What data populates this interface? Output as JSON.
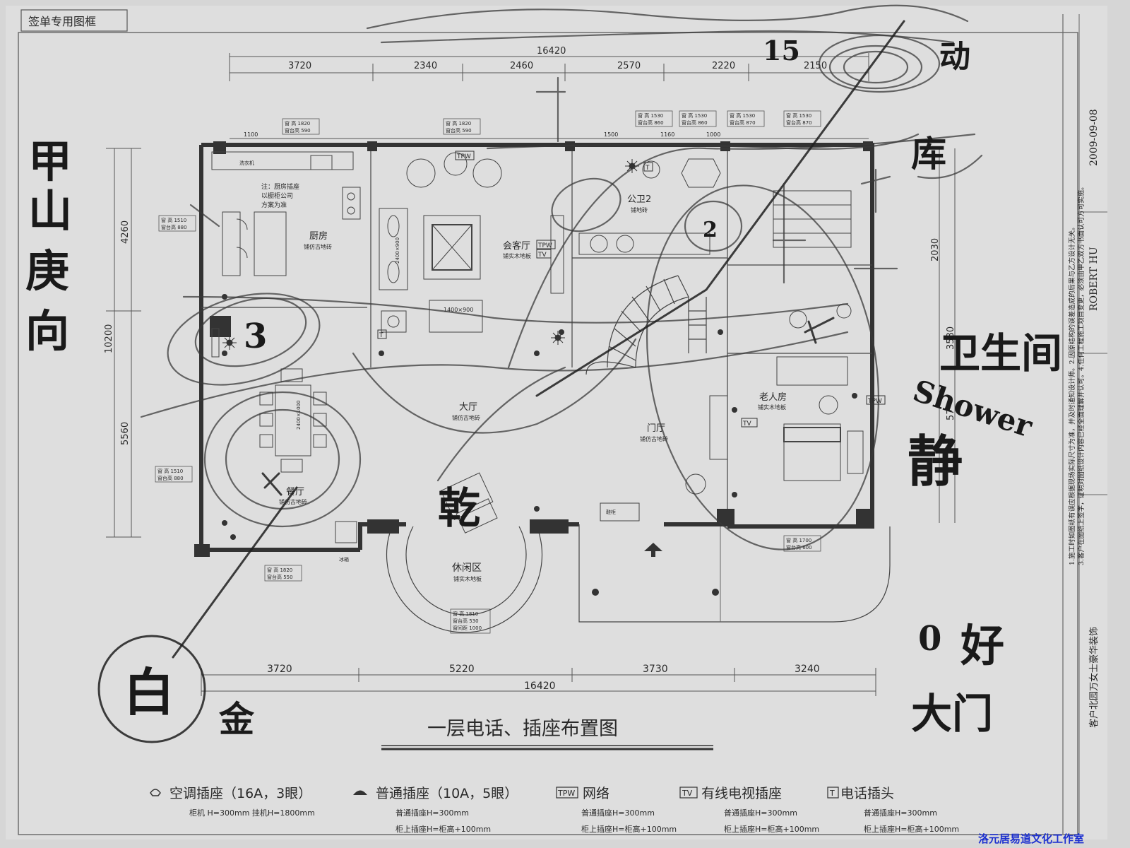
{
  "stamp_label": "签单专用图框",
  "dimensions": {
    "top_total": "16420",
    "top_segments": [
      "3720",
      "2340",
      "2460",
      "2570",
      "2220",
      "2150"
    ],
    "bottom_total": "16420",
    "bottom_segments": [
      "3720",
      "5220",
      "3730",
      "3240"
    ],
    "left_total": "10200",
    "left_segments": [
      "4260",
      "5560"
    ],
    "right_segments": [
      "2030",
      "3580",
      "57"
    ],
    "top_small": [
      "1100",
      "1500",
      "1160",
      "1000"
    ]
  },
  "windows": [
    {
      "a": "窗 高 1820",
      "b": "窗台高 590"
    },
    {
      "a": "窗 高 1820",
      "b": "窗台高 590"
    },
    {
      "a": "窗 高 1530",
      "b": "窗台高 860"
    },
    {
      "a": "窗 高 1530",
      "b": "窗台高 860"
    },
    {
      "a": "窗 高 1530",
      "b": "窗台高 870"
    },
    {
      "a": "窗 高 1530",
      "b": "窗台高 870"
    },
    {
      "a": "窗 高 1510",
      "b": "窗台高 880"
    },
    {
      "a": "窗 高 1510",
      "b": "窗台高 880"
    },
    {
      "a": "窗 高 1820",
      "b": "窗台高 550"
    },
    {
      "a": "窗 高 1700",
      "b": "窗台高 600"
    }
  ],
  "window_bay": {
    "a": "窗 高 1810",
    "b": "窗台高 530",
    "c": "窗间距 1000"
  },
  "rooms": {
    "kitchen": {
      "name": "厨房",
      "floor": "铺仿古地砖"
    },
    "kitchen_note": [
      "注：厨房插座",
      "以橱柜公司",
      "方案为准"
    ],
    "meeting": {
      "name": "会客厅",
      "floor": "铺实木地板"
    },
    "bath2": {
      "name": "公卫2",
      "floor": "铺地砖"
    },
    "hall": {
      "name": "大厅",
      "floor": "铺仿古地砖"
    },
    "foyer": {
      "name": "门厅",
      "floor": "铺仿古地砖"
    },
    "elder": {
      "name": "老人房",
      "floor": "铺实木地板"
    },
    "dining": {
      "name": "餐厅",
      "floor": "铺仿古地砖"
    },
    "leisure": {
      "name": "休闲区",
      "floor": "铺实木地板"
    }
  },
  "furniture": {
    "table1": "2400×900",
    "table2": "1400×900",
    "dining_table": "2400×1000",
    "laundry": "洗衣机",
    "shoe": "鞋柜",
    "fridge": "冰箱"
  },
  "title_block": {
    "date": "2009-09-08",
    "designer": "ROBERT HU",
    "client_line": "客户北园万女士豪华装饰",
    "notes": [
      "1.施工时如图纸有误应根据现场实际尺寸为准，并及时通知设计师。2.因原结构的误差造成的后果与乙方设计无关。",
      "3.客户在图纸上签字，证明对图纸设计内容已经全面理解并认可。4.任何工程施工项目变更，必须由甲乙双方书面认可方可实施。"
    ]
  },
  "title": "一层电话、插座布置图",
  "legend": [
    {
      "symbol": "ac",
      "label": "空调插座（16A，3眼）",
      "sub": [
        "柜机 H=300mm  挂机H=1800mm"
      ]
    },
    {
      "symbol": "outlet",
      "label": "普通插座（10A，5眼）",
      "sub": [
        "普通插座H=300mm",
        "柜上插座H=柜高+100mm"
      ]
    },
    {
      "symbol": "TPW",
      "label": "网络",
      "sub": [
        "普通插座H=300mm",
        "柜上插座H=柜高+100mm"
      ]
    },
    {
      "symbol": "TV",
      "label": "有线电视插座",
      "sub": [
        "普通插座H=300mm",
        "柜上插座H=柜高+100mm"
      ]
    },
    {
      "symbol": "T",
      "label": "电话插头",
      "sub": [
        "普通插座H=300mm",
        "柜上插座H=柜高+100mm"
      ]
    }
  ],
  "handwriting": {
    "left_vertical": [
      "甲",
      "山",
      "庚",
      "向"
    ],
    "circle_3": "3",
    "circle_2": "2",
    "bottom_left": "白",
    "bottom_left_2": "金",
    "top_right": "动",
    "right_1": "卫生间",
    "right_2": "静",
    "right_3": "Shower",
    "right_4": "好",
    "right_5": "0",
    "right_6": "大门",
    "right_7": "库",
    "mid": "乾",
    "num_15": "15"
  },
  "symbol_labels": {
    "tpw": "TPW",
    "tv": "TV",
    "t": "T"
  },
  "watermark": "洛元居易道文化工作室"
}
